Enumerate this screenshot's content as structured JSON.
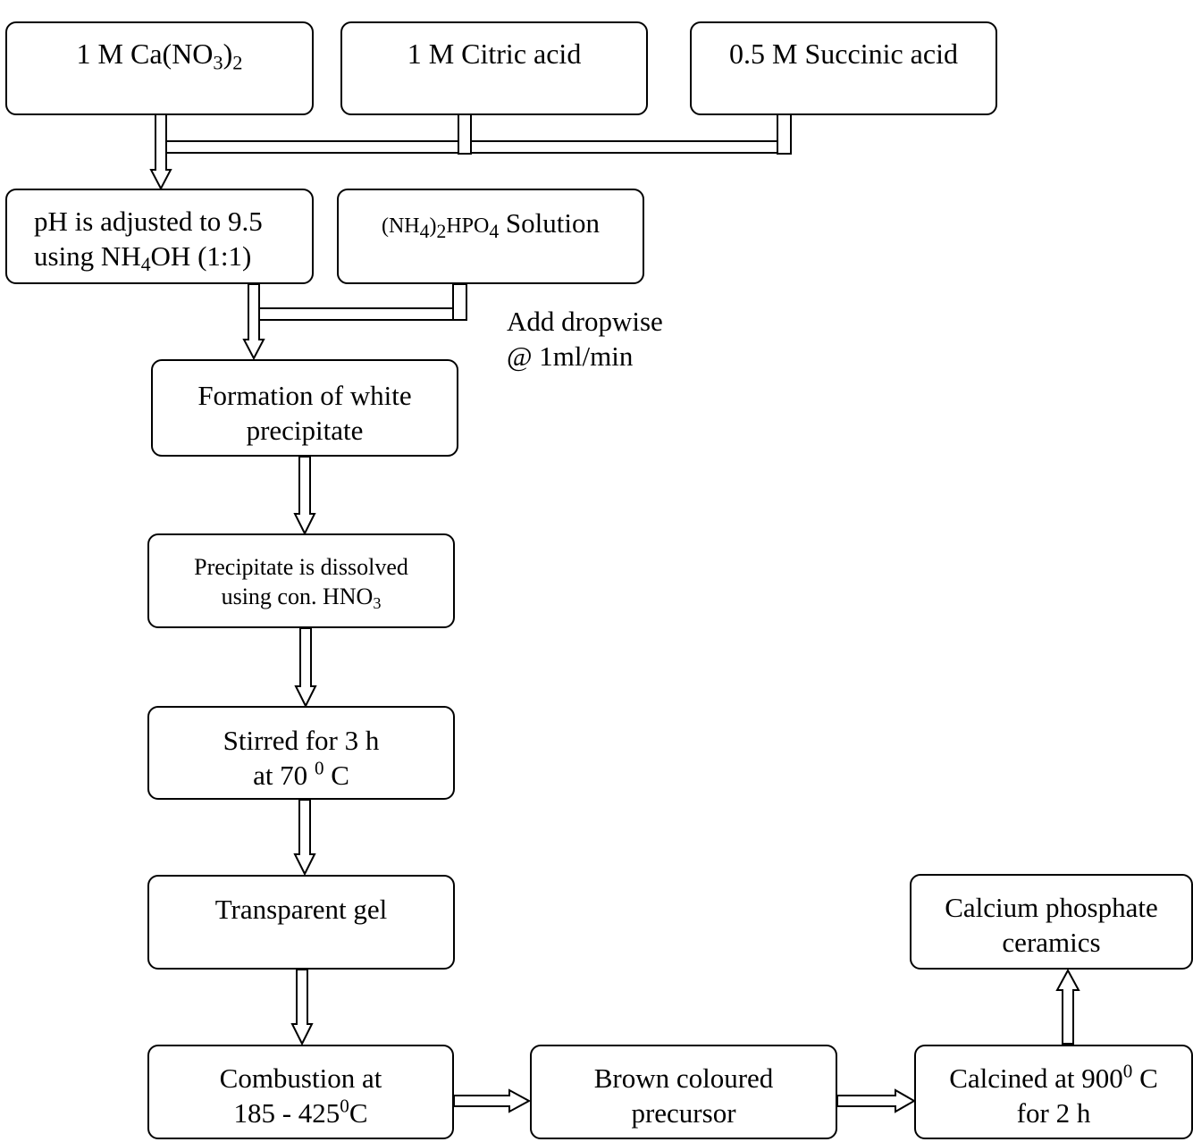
{
  "boxes": {
    "ca_nitrate": {
      "text": "1 M Ca(NO",
      "sub1": "3",
      "close": ")",
      "sub2": "2"
    },
    "citric_acid": {
      "text": "1 M Citric acid"
    },
    "succinic_acid": {
      "text": "0.5 M Succinic acid"
    },
    "ph_adjust": {
      "line1": "pH is adjusted to 9.5",
      "line2_a": "using NH",
      "line2_sub": "4",
      "line2_b": "OH (1:1)"
    },
    "dap_solution": {
      "a": "(NH",
      "sub1": "4",
      "b": ")",
      "sub2": "2",
      "c": "HPO",
      "sub3": "4",
      "d": " Solution"
    },
    "white_precipitate": {
      "line1": "Formation of white",
      "line2": "precipitate"
    },
    "dissolve": {
      "line1": "Precipitate is dissolved",
      "line2_a": "using con. HNO",
      "line2_sub": "3"
    },
    "stirred": {
      "line1": "Stirred for 3 h",
      "line2_a": "at 70 ",
      "line2_sup": "0",
      "line2_b": " C"
    },
    "gel": {
      "text": "Transparent gel"
    },
    "combustion": {
      "line1": "Combustion at",
      "line2_a": "185 - 425",
      "line2_sup": "0",
      "line2_b": "C"
    },
    "precursor": {
      "line1": "Brown coloured",
      "line2": "precursor"
    },
    "calcined": {
      "line1_a": "Calcined at 900",
      "line1_sup": "0",
      "line1_b": " C",
      "line2": "for 2 h"
    },
    "ceramics": {
      "line1": "Calcium phosphate",
      "line2": "ceramics"
    }
  },
  "annotation": {
    "line1": "Add dropwise",
    "line2": "@ 1ml/min"
  }
}
